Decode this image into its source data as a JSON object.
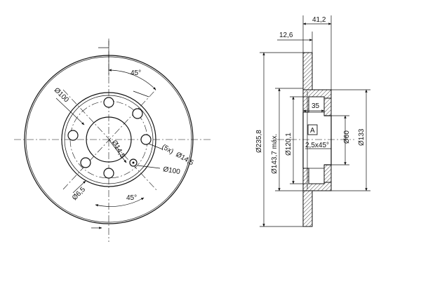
{
  "front_view": {
    "labels": {
      "angle_top": "45°",
      "angle_bottom": "45°",
      "pcd_diameter": "Ø100",
      "bolt_circle_diameter": "Ø100",
      "bolt_hole_diameter": "Ø14,5",
      "center_bore": "Ø14,5",
      "bolt_hole_count": "(5x)",
      "small_hole": "Ø6,5"
    }
  },
  "side_view": {
    "labels": {
      "overall_width": "41,2",
      "disc_thickness": "12,6",
      "outer_diameter": "Ø235,8",
      "max_wear_diameter": "Ø143,7 máx.",
      "hat_diameter": "Ø120,1",
      "hub_depth": "35",
      "datum": "A",
      "chamfer": "2,5x45°",
      "center_bore": "Ø60",
      "hat_outer_diameter": "Ø133"
    }
  }
}
